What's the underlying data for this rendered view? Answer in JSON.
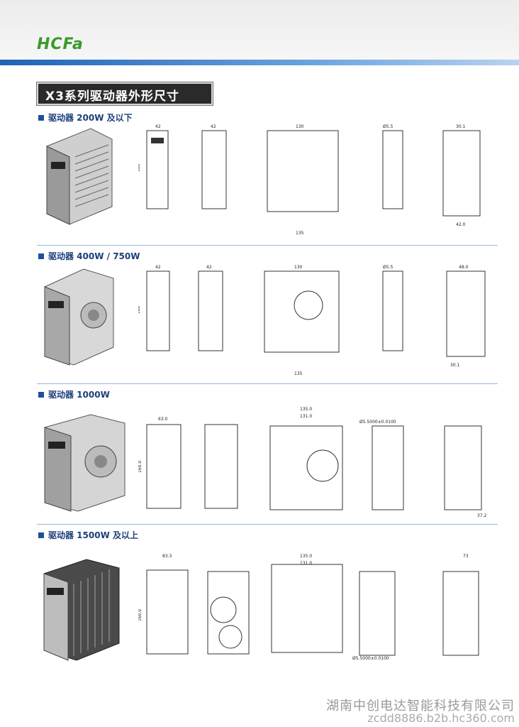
{
  "brand": {
    "logo": "HCFa"
  },
  "title": "X3系列驱动器外形尺寸",
  "sections": [
    {
      "title": "驱动器 200W 及以下"
    },
    {
      "title": "驱动器 400W / 750W"
    },
    {
      "title": "驱动器 1000W"
    },
    {
      "title": "驱动器 1500W 及以上"
    }
  ],
  "footer": {
    "company": "湖南中创电达智能科技有限公司",
    "url": "zcdd8886.b2b.hc360.com"
  },
  "colors": {
    "accent": "#1f63b6",
    "logo": "#3a9a2a",
    "title_bg": "#2a2a2a"
  }
}
